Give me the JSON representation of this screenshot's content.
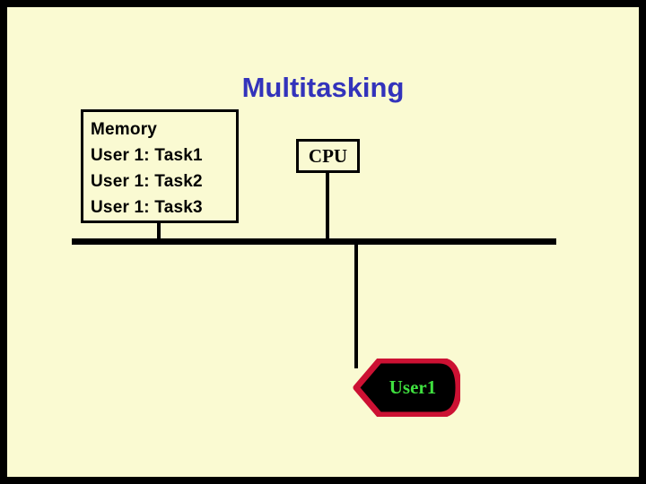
{
  "slide": {
    "title": "Multitasking",
    "background_color": "#FAFAD2",
    "border_color": "#000000",
    "title_color": "#3333BB"
  },
  "memory_box": {
    "lines": [
      "Memory",
      "User 1: Task1",
      "User 1: Task2",
      "User 1: Task3"
    ],
    "border_color": "#000000",
    "text_color": "#000000"
  },
  "cpu_box": {
    "label": "CPU",
    "border_color": "#000000",
    "text_color": "#000000"
  },
  "user_node": {
    "label": "User1",
    "fill_color": "#000000",
    "border_color": "#CC1133",
    "text_color": "#3FE03F"
  },
  "bus": {
    "color": "#000000"
  }
}
